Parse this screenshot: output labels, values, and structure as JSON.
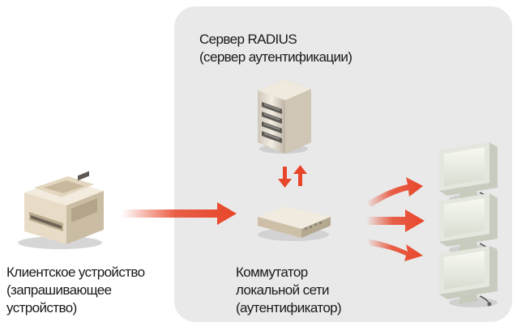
{
  "server": {
    "title": "Сервер RADIUS",
    "subtitle": "(сервер аутентификации)",
    "icon": "server-tower-icon"
  },
  "client": {
    "line1": "Клиентское устройство",
    "line2": "(запрашивающее",
    "line3": "устройство)",
    "icon": "printer-icon"
  },
  "switch": {
    "line1": "Коммутатор",
    "line2": "локальной сети",
    "line3": "(аутентификатор)",
    "icon": "network-switch-icon"
  },
  "computers": {
    "count": 3,
    "icon": "computer-monitor-icon"
  },
  "colors": {
    "panel": "#e9e9e9",
    "arrow": "#e8462a",
    "device_body": "#e9dcc5",
    "monitor_body": "#dfe3d8"
  }
}
